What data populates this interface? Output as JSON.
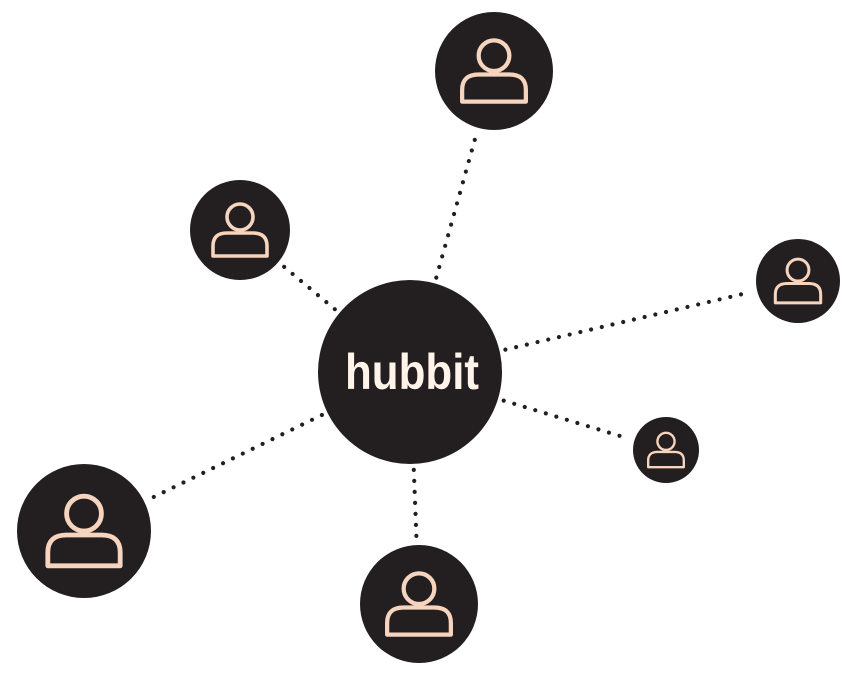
{
  "hub": {
    "label": "hubbit"
  },
  "colors": {
    "node_fill": "#231f20",
    "icon_stroke": "#f7d4bd",
    "hub_text": "#fff3ea",
    "connector": "#231f20",
    "background": "#ffffff"
  },
  "nodes": [
    {
      "name": "user-node-top",
      "icon": "person-icon"
    },
    {
      "name": "user-node-upper-left",
      "icon": "person-icon"
    },
    {
      "name": "user-node-right",
      "icon": "person-icon"
    },
    {
      "name": "user-node-lower-right",
      "icon": "person-icon"
    },
    {
      "name": "user-node-bottom",
      "icon": "person-icon"
    },
    {
      "name": "user-node-lower-left",
      "icon": "person-icon"
    }
  ]
}
